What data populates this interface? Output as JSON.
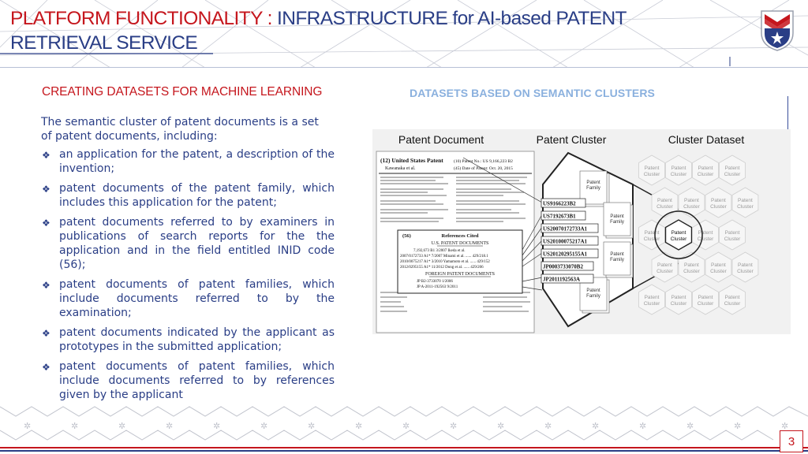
{
  "header": {
    "title_red": "PLATFORM FUNCTIONALITY : ",
    "title_navy_1": "INFRASTRUCTURE for AI-based PATENT",
    "title_navy_2": "RETRIEVAL SERVICE",
    "logo_icon": "university-shield-logo"
  },
  "colors": {
    "red": "#c5161d",
    "navy": "#2a3e86",
    "light_blue": "#8ab0de"
  },
  "left": {
    "heading": "CREATING DATASETS  FOR MACHINE LEARNING",
    "intro": "The semantic cluster of patent documents is a set of patent documents, including:",
    "bullets": [
      "an application for the patent, a description of the invention;",
      "patent documents of the patent family, which includes this application for the patent;",
      "patent documents referred to by examiners in publications of search reports for the the application and in the field entitled INID code (56);",
      "patent documents of patent families, which include documents referred to by the examination;",
      "patent documents indicated by the applicant as prototypes in the submitted application;",
      "patent documents of patent families, which include documents referred to by references given by the applicant"
    ]
  },
  "right": {
    "heading": "DATASETS BASED ON SEMANTIC CLUSTERS",
    "diagram": {
      "col_titles": [
        "Patent Document",
        "Patent Cluster",
        "Cluster Dataset"
      ],
      "doc": {
        "name": "(12) United States Patent",
        "inventor": "Kawanaka et al.",
        "patent_no": "(10) Patent No.:    US 9,166,223 B2",
        "date": "(45) Date of Patent:        Oct. 20, 2015",
        "refs_head": "References Cited",
        "us_docs": "U.S. PATENT DOCUMENTS",
        "us_rows": [
          "7,192,673 B1   3/2007 Ikeda et al.",
          "2007/0172733 A1*  7/2007 Minami et al. ...... 429/218.1",
          "2010/0075217 A1*  3/2010 Yamamoto et al. ...... 429/152",
          "2012/0295155 A1*  11/2012 Dong et al. ...... 429/206"
        ],
        "foreign_docs": "FOREIGN PATENT DOCUMENTS",
        "foreign_rows": [
          "JP      B2-3733070    1/2006",
          "JP      A-2011-192563    9/2011"
        ],
        "inid": "(56)"
      },
      "pub_numbers": [
        "US9166223B2",
        "US7192673B1",
        "US20070172733A1",
        "US20100075217A1",
        "US20120295155A1",
        "JP0003733070B2",
        "JP2011192563A"
      ],
      "family_label_1": "Patent",
      "family_label_2": "Family",
      "cluster_label_1": "Patent",
      "cluster_label_2": "Cluster"
    }
  },
  "footer": {
    "page_number": "3"
  }
}
